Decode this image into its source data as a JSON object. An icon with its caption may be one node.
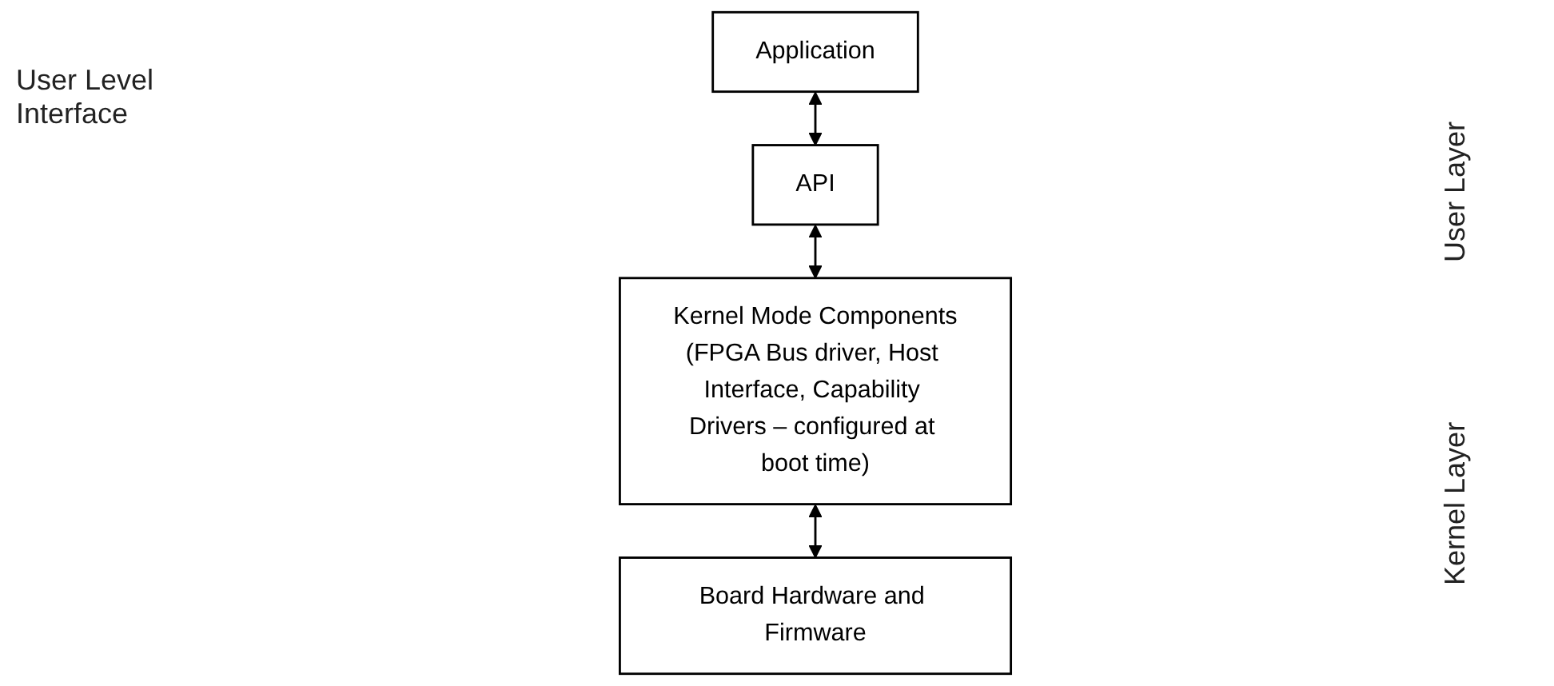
{
  "diagram": {
    "nodes": [
      {
        "text": [
          "Application"
        ]
      },
      {
        "text": [
          "API"
        ]
      },
      {
        "text": [
          "Kernel Mode Components",
          "(FPGA Bus driver, Host Interface, Capability Drivers – configured at boot time)"
        ]
      },
      {
        "text": [
          "Board Hardware and Firmware"
        ]
      }
    ],
    "edges": [
      {
        "from": 0,
        "to": 1,
        "arrow": "both"
      },
      {
        "from": 1,
        "to": 2,
        "arrow": "both"
      },
      {
        "from": 2,
        "to": 3,
        "arrow": "both"
      }
    ],
    "labels": [
      "User Level Interface",
      "User Layer",
      "Kernel Layer"
    ]
  }
}
